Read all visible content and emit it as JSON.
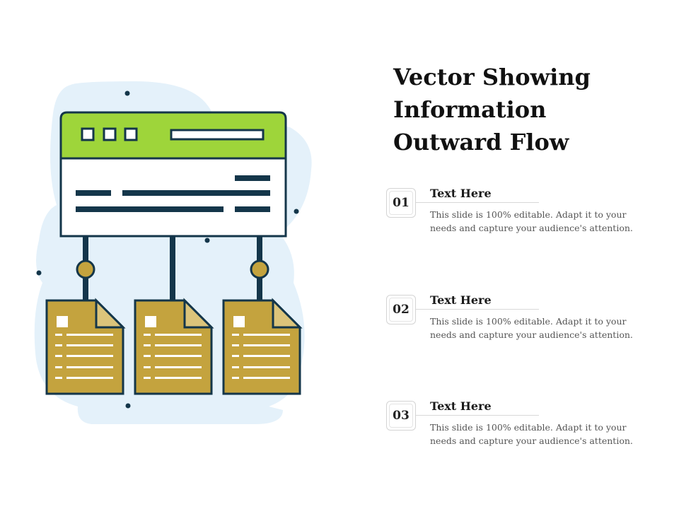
{
  "title_lines": [
    "Vector Showing",
    "Information",
    "Outward Flow"
  ],
  "items": [
    {
      "number": "01",
      "heading": "Text Here",
      "body_lines": [
        "This slide is 100% editable. Adapt it to your",
        "needs and capture your audience's attention."
      ]
    },
    {
      "number": "02",
      "heading": "Text Here",
      "body_lines": [
        "This slide is 100% editable. Adapt it to your",
        "needs and capture your audience's attention."
      ]
    },
    {
      "number": "03",
      "heading": "Text Here",
      "body_lines": [
        "This slide is 100% editable. Adapt it to your",
        "needs and capture your audience's attention."
      ]
    }
  ],
  "colors": {
    "window_header": "#9ed53a",
    "outline": "#14364a",
    "document": "#c4a33e",
    "document_fold": "#dcc47a",
    "blob": "#e4f1fa"
  },
  "icons": [
    "browser-window-icon",
    "document-icon"
  ]
}
